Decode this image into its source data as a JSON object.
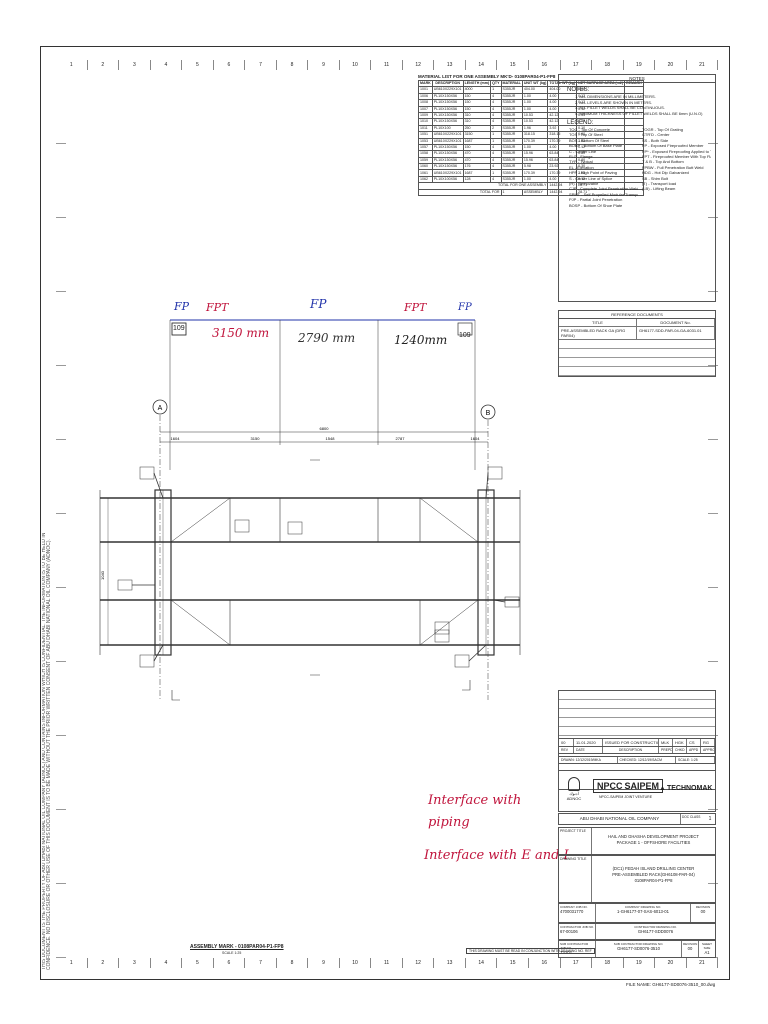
{
  "zones_top": [
    "1",
    "2",
    "3",
    "4",
    "5",
    "6",
    "7",
    "8",
    "9",
    "10",
    "11",
    "12",
    "13",
    "14",
    "15",
    "16",
    "17",
    "18",
    "19",
    "20",
    "21"
  ],
  "side_text": "THIS DOCUMENT IS THE PROPERTY OF ABU DHABI NATIONAL OIL COMPANY (ADNOC) AND CONTAINS INFORMATION WHICH IS CONFIDENTIAL. THE INFORMATION IS TO BE HELD IN CONFIDENCE. NO DISCLOSURE OR OTHER USE OF THIS DOCUMENT IS TO BE MADE WITHOUT THE PRIOR WRITTEN CONSENT OF ABU DHABI NATIONAL OIL COMPANY (ADNOC).",
  "material_list": {
    "title": "MATERIAL LIST FOR ONE ASSEMBLY MK'D- 0108PAR04-P1-FP8",
    "headers": [
      "MARK",
      "DESCRIPTION",
      "LENGTH (mm)",
      "QTY",
      "MATERIAL",
      "UNIT WT (kg)",
      "TOTAL WT (kg)",
      "NET SURFACE AREA (m2)",
      "REMARK"
    ],
    "rows": [
      [
        "1001",
        "UB610X229X101",
        "4000",
        "1",
        "S355JR",
        "404.00",
        "404.00",
        "8.38",
        ""
      ],
      [
        "1006",
        "PL10X150X56",
        "150",
        "4",
        "S355JR",
        "1.00",
        "4.00",
        "0.12",
        ""
      ],
      [
        "1008",
        "PL10X150X56",
        "150",
        "4",
        "S355JR",
        "1.00",
        "4.00",
        "0.12",
        ""
      ],
      [
        "1007",
        "PL10X150X56",
        "150",
        "4",
        "S355JR",
        "1.00",
        "4.00",
        "0.12",
        ""
      ],
      [
        "1009",
        "PL10X150X56",
        "310",
        "4",
        "S355JR",
        "10.53",
        "42.12",
        "0.53",
        ""
      ],
      [
        "1010",
        "PL10X150X56",
        "310",
        "4",
        "S355JR",
        "10.53",
        "42.12",
        "0.53",
        ""
      ],
      [
        "1011",
        "PL10X100",
        "250",
        "2",
        "S355JR",
        "1.96",
        "3.92",
        "0.10",
        ""
      ],
      [
        "1051",
        "UB610X229X101",
        "3150",
        "1",
        "S355JR",
        "318.15",
        "318.15",
        "6.60",
        ""
      ],
      [
        "1053",
        "UB610X229X101",
        "1687",
        "1",
        "S355JR",
        "170.39",
        "170.39",
        "3.53",
        ""
      ],
      [
        "1057",
        "PL10X150X56",
        "150",
        "4",
        "S355JR",
        "1.00",
        "4.00",
        "0.12",
        ""
      ],
      [
        "1058",
        "PL10X150X56",
        "470",
        "4",
        "S355JR",
        "15.96",
        "63.84",
        "0.80",
        ""
      ],
      [
        "1059",
        "PL10X150X56",
        "470",
        "4",
        "S355JR",
        "15.96",
        "63.84",
        "0.80",
        ""
      ],
      [
        "1060",
        "PL10X150X56",
        "176",
        "4",
        "S355JR",
        "5.98",
        "23.92",
        "0.30",
        ""
      ],
      [
        "1061",
        "UB610X229X101",
        "1687",
        "1",
        "S355JR",
        "170.39",
        "170.39",
        "3.53",
        ""
      ],
      [
        "1062",
        "PL10X100X56",
        "128",
        "4",
        "S355JR",
        "1.00",
        "4.00",
        "0.12",
        ""
      ]
    ],
    "total_one_label": "TOTAL FOR ONE ASSEMBLY",
    "total_one_weight": "1442.94",
    "total_one_area": "28.71",
    "total_for_label": "TOTAL FOR",
    "total_for_qty": "1",
    "total_for_suffix": "ASSEMBLY",
    "total_for_weight": "1442.94",
    "total_for_area": "28.71"
  },
  "notes": {
    "header": "NOTES",
    "title": "NOTES:",
    "items": [
      "1. ALL DIMENSIONS ARE IN MILLIMETERS.",
      "2. ALL LEVELS ARE SHOWN IN METERS.",
      "3. ALL FILLET WELDS SHALL BE CONTINUOUS.",
      "4. MINIMUM THICKNESS OF FILLET WELDS SHALL BE 6mm (U.N.O)"
    ],
    "legend_title": "LEGEND:",
    "legend_left": [
      "TOC - Top Of Concrete",
      "TOS - Top Of Steel",
      "BOS - Bottom Of Steel",
      "BOBP - Bottom Of Base Plate",
      "C - Center Line",
      "FLG - Flange",
      "TYP - Typical",
      "EL - Elevation",
      "HPP - High Point of Paving",
      "S - Center Line of Splice",
      "(R) - Removable",
      "CJP - Complete Joint Penetration Weld",
      "SPMT - Self Propelled Modular Transporter",
      "PJP - Partial Joint Penetration",
      "BOSP - Bottom Of Shoe Plate"
    ],
    "legend_right": [
      "TOGR - Top Of Grating",
      "CTR'D - Center",
      "SS - Both Side",
      "FP - Exposed Fireproofed Member",
      "FP* - Exposed Fireproofing Applied to Two Stages",
      "FPT - Fireproofed Member With Top Flange Exposed",
      "T & B - Top And Bottom",
      "FPBW - Full Penetration Butt Weld",
      "HDG - Hot Dip Galvanized",
      "SB - Shim Bolt",
      "(T) - Transport load",
      "(LB) - Lifting Beam",
      "",
      "",
      ""
    ]
  },
  "reference_docs": {
    "title": "REFERENCE DOCUMENTS",
    "col_title": "TITLE",
    "col_doc": "DOCUMENT No.",
    "rows": [
      {
        "title": "PRE-ASSEMBLED RACK GA (DRG PAR04)",
        "doc": "GH6177-SDD-PAR-04-GA-6031.01"
      }
    ]
  },
  "drawing": {
    "fp_left": "FP",
    "fpt_left": "FPT",
    "fp_mid": "FP",
    "fpt_right": "FPT",
    "fp_right": "FP",
    "box_left": "109",
    "box_right": "109",
    "len_1": "3150 mm",
    "len_2": "2790 mm",
    "len_3": "1240mm",
    "grid_a": "A",
    "grid_b": "B",
    "overall_dim": "6800",
    "dim_segments": [
      "1604",
      "3150",
      "1548",
      "2787",
      "1604"
    ],
    "left_height": "1040",
    "interface_piping": "Interface with piping",
    "interface_eandi": "Interface with E and I"
  },
  "revision": {
    "rev": "00",
    "date": "11.01.2020",
    "description": "ISSUED FOR CONSTRUCTION",
    "by": "MLK",
    "chk": "HGK",
    "app": "CS",
    "appr": "RG",
    "head_rev": "REV",
    "head_date": "DATE",
    "head_desc": "DESCRIPTION",
    "head_prep": "PREPD",
    "head_chk": "CHKD",
    "head_app": "APPD",
    "head_appr": "APPROVD",
    "drawn": "DRAWN: 12/12/2019/MKA",
    "checked": "CHECKED: 12/12/19/SACM",
    "scale": "SCALE: 1:25"
  },
  "title_block": {
    "npcc": "NPCC",
    "saipem": "SAIPEM",
    "jv": "NPCC-SAIPEM JOINT VENTURE",
    "adnoc_ar": "أدنوك",
    "adnoc": "ADNOC",
    "technomak": "TECHNOMAK",
    "company": "ABU DHABI NATIONAL OIL COMPANY",
    "doc_class_label": "DOC CLASS",
    "doc_class": "1",
    "project_label": "PROJECT TITLE",
    "project_1": "HAIL AND GHASHA DEVELOPMENT PROJECT",
    "project_2": "PACKAGE 1 - OFFSHORE FACILITIES",
    "drawing_label": "DRAWING TITLE",
    "drawing_1": "(DC1) FEDAH ISLAND DRILLING CENTER",
    "drawing_2": "PRE-ASSEMBLED RACK(GH6108-PAR-04)",
    "drawing_3": "0108PAR04-P1-FP8",
    "company_job_label": "COMPANY JOB NO.",
    "company_job": "4700031770",
    "company_dwg_label": "COMPANY DRAWING NO.",
    "company_dwg": "1-GH6177-07-SAS-6013-01",
    "revision_label": "REVISION",
    "revision": "00",
    "contractor_job_label": "CONTRACTOR JOB NO.",
    "contractor_job": "67-00106",
    "contractor_dwg_label": "CONTRACTOR DRAWING NO.",
    "contractor_dwg": "GH6177-SDD0076",
    "sub_job_label": "SUB CONTRACTOR JOB NO.",
    "sub_job": "T3202",
    "sub_dwg_label": "SUB CONTRACTOR DRAWING NO.",
    "sub_dwg": "GH6177-SD0076-3510",
    "rev_label": "REVISION",
    "rev": "00",
    "sheet_label": "SHEET SIZE",
    "sheet": "A1"
  },
  "footer": {
    "assembly_mark": "ASSEMBLY MARK - 0108PAR04-P1-FP8",
    "scale": "SCALE 1:25",
    "warning": "THIS DRAWING MUST BE READ IN CONJUNCTION WITH DRAWING NO. REF",
    "file_name": "FILE NAME: GH6177-SD0076-3510_00.dwg"
  },
  "colors": {
    "handwriting_red": "#c0143c",
    "handwriting_blue": "#2233aa",
    "line": "#333333"
  }
}
